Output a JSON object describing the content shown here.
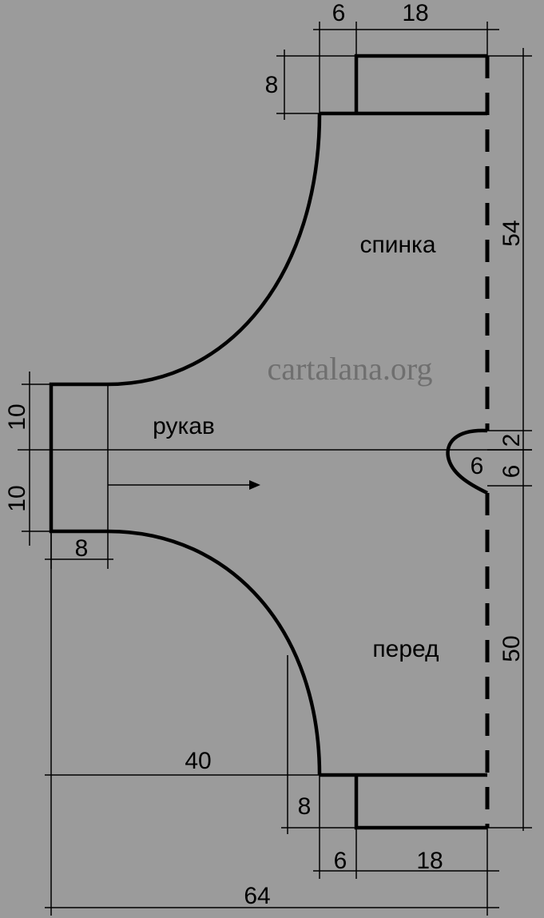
{
  "colors": {
    "background": "#9b9b9b",
    "line": "#000000",
    "watermark": "#6f6f6f"
  },
  "labels": {
    "back": "спинка",
    "front": "перед",
    "sleeve": "рукав"
  },
  "watermark": "cartalana.org",
  "dimensions": {
    "top_6": "6",
    "top_18": "18",
    "top_8": "8",
    "right_54": "54",
    "right_2": "2",
    "right_6": "6",
    "neck_6": "6",
    "right_50": "50",
    "left_10_top": "10",
    "left_10_bottom": "10",
    "sleeve_8": "8",
    "bottom_40": "40",
    "bottom_8": "8",
    "bottom_6": "6",
    "bottom_18": "18",
    "total_64": "64"
  }
}
